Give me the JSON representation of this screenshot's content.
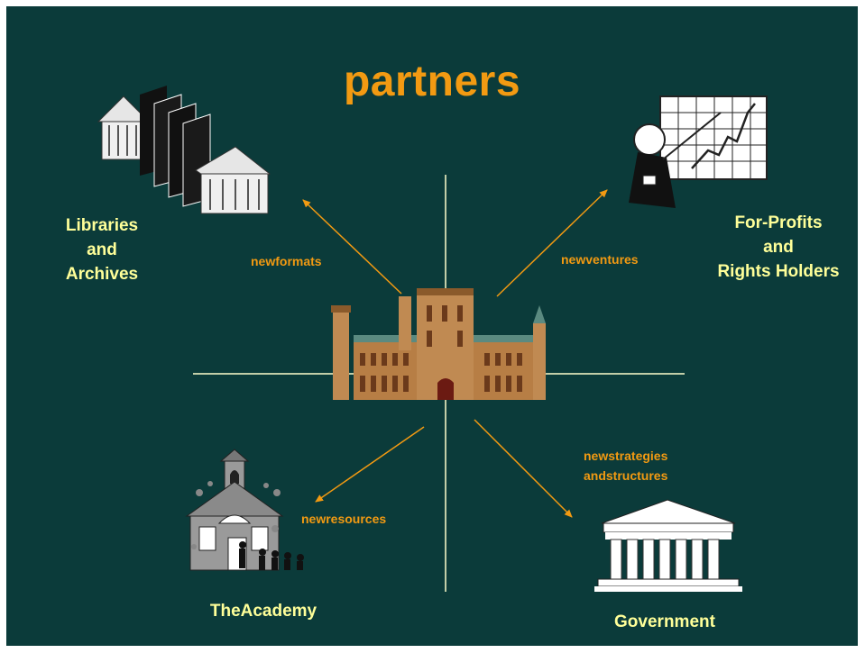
{
  "slide": {
    "title": "partners",
    "colors": {
      "background": "#0b3b3a",
      "title": "#f29a12",
      "labels": "#ffff99",
      "arrows": "#f29a12",
      "axes": "#ffffcc"
    }
  },
  "nodes": {
    "libraries": {
      "line1": "Libraries",
      "line2": "and",
      "line3": "Archives"
    },
    "for_profits": {
      "line1": "For-Profits",
      "line2": "and",
      "line3": "Rights Holders"
    },
    "academy": {
      "label": "TheAcademy"
    },
    "government": {
      "label": "Government"
    }
  },
  "arrows": {
    "formats": "newformats",
    "ventures": "newventures",
    "resources": "newresources",
    "strategies_line1": "newstrategies",
    "strategies_line2": "andstructures"
  },
  "icons": {
    "center": "castle-icon",
    "libraries": "library-books-icon",
    "for_profits": "businessman-chart-icon",
    "academy": "schoolhouse-icon",
    "government": "capitol-building-icon"
  }
}
